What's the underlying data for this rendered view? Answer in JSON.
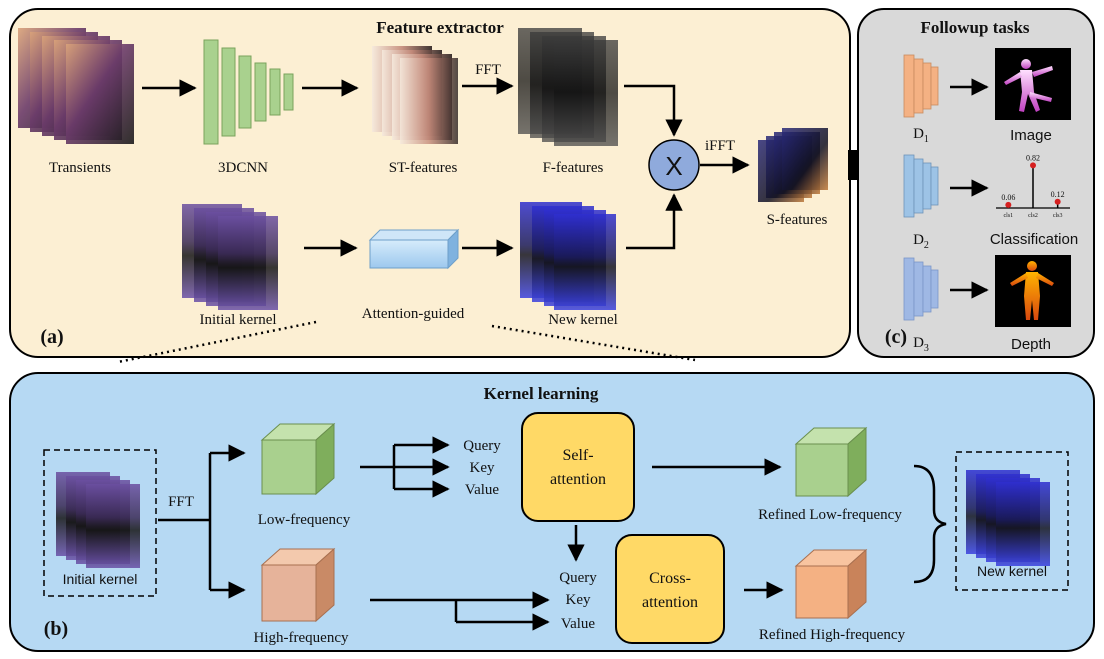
{
  "panel_a": {
    "title": "Feature extractor",
    "tag": "(a)",
    "labels": {
      "transients": "Transients",
      "cnn": "3DCNN",
      "st_features": "ST-features",
      "fft": "FFT",
      "f_features": "F-features",
      "multiply": "X",
      "ifft": "iFFT",
      "s_features": "S-features",
      "initial_kernel": "Initial kernel",
      "attention_guided": "Attention-guided",
      "new_kernel": "New kernel"
    }
  },
  "panel_b": {
    "title": "Kernel learning",
    "tag": "(b)",
    "labels": {
      "initial_kernel": "Initial kernel",
      "fft": "FFT",
      "low_frequency": "Low-frequency",
      "high_frequency": "High-frequency",
      "query": "Query",
      "key": "Key",
      "value": "Value",
      "self_attention_line1": "Self-",
      "self_attention_line2": "attention",
      "cross_attention_line1": "Cross-",
      "cross_attention_line2": "attention",
      "refined_low": "Refined Low-frequency",
      "refined_high": "Refined High-frequency",
      "new_kernel": "New kernel"
    }
  },
  "panel_c": {
    "title": "Followup tasks",
    "tag": "(c)",
    "decoders": [
      "D",
      "D",
      "D"
    ],
    "decoder_subscripts": [
      "1",
      "2",
      "3"
    ],
    "outputs": [
      "Image",
      "Classification",
      "Depth"
    ],
    "classification_chart": {
      "values": [
        "0.06",
        "0.82",
        "0.12"
      ],
      "classes": [
        "cls1",
        "cls2",
        "cls3"
      ]
    }
  },
  "colors": {
    "panel_a_bg": "#fcefd3",
    "panel_b_bg": "#b6d9f3",
    "panel_c_bg": "#d9d9d9",
    "cnn_green": "#a9d18e",
    "decoder_orange": "#f4b183",
    "decoder_blue": "#9dc3e6",
    "attention_box": "#ffd966",
    "multiply_circle": "#8faadc",
    "cube_green": "#a9d08e",
    "cube_orange": "#f4b183"
  }
}
